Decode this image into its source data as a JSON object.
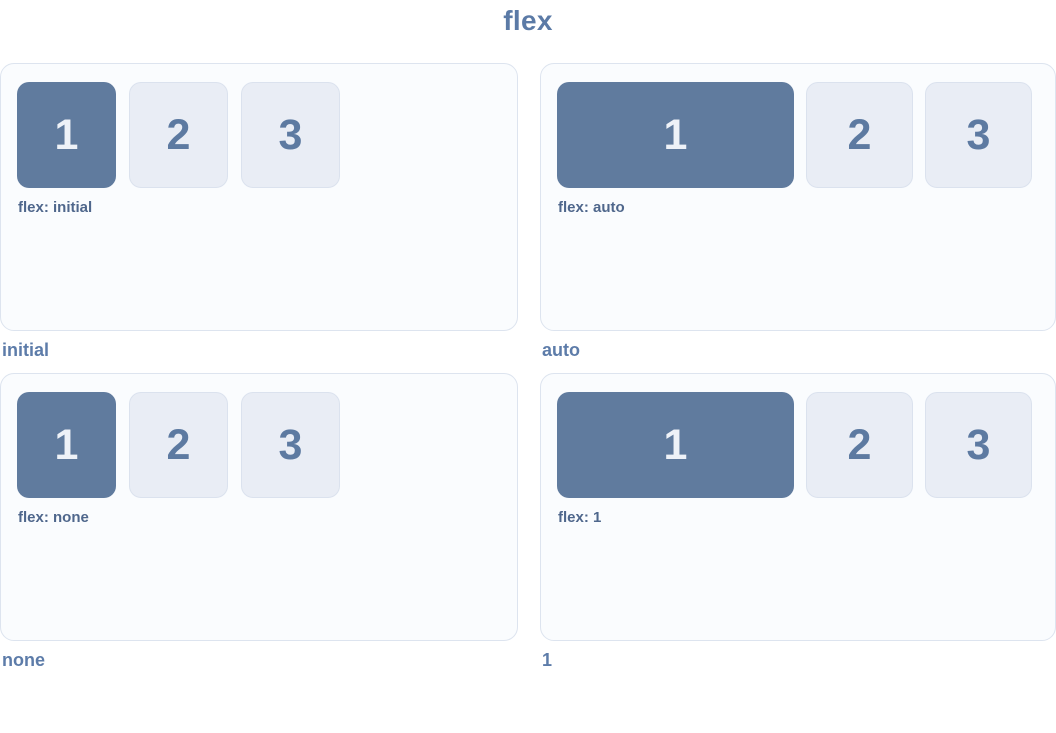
{
  "title": "flex",
  "colors": {
    "title-text": "#5b7aa6",
    "caption-text": "#5d7ca9",
    "flex-label-text": "#4f678c",
    "box-primary": "#607b9e",
    "box-light": "#e9edf5",
    "box-light-border": "#dbe2ee",
    "digit-light": "#5d7aa1",
    "digit-on-primary": "#eef2f8",
    "panel-bg": "#fafcfe",
    "panel-border": "#dde4ef"
  },
  "panels": [
    {
      "caption": "initial",
      "flex_label": "flex: initial",
      "boxes": [
        "1",
        "2",
        "3"
      ]
    },
    {
      "caption": "auto",
      "flex_label": "flex: auto",
      "boxes": [
        "1",
        "2",
        "3"
      ]
    },
    {
      "caption": "none",
      "flex_label": "flex: none",
      "boxes": [
        "1",
        "2",
        "3"
      ]
    },
    {
      "caption": "1",
      "flex_label": "flex: 1",
      "boxes": [
        "1",
        "2",
        "3"
      ]
    }
  ]
}
